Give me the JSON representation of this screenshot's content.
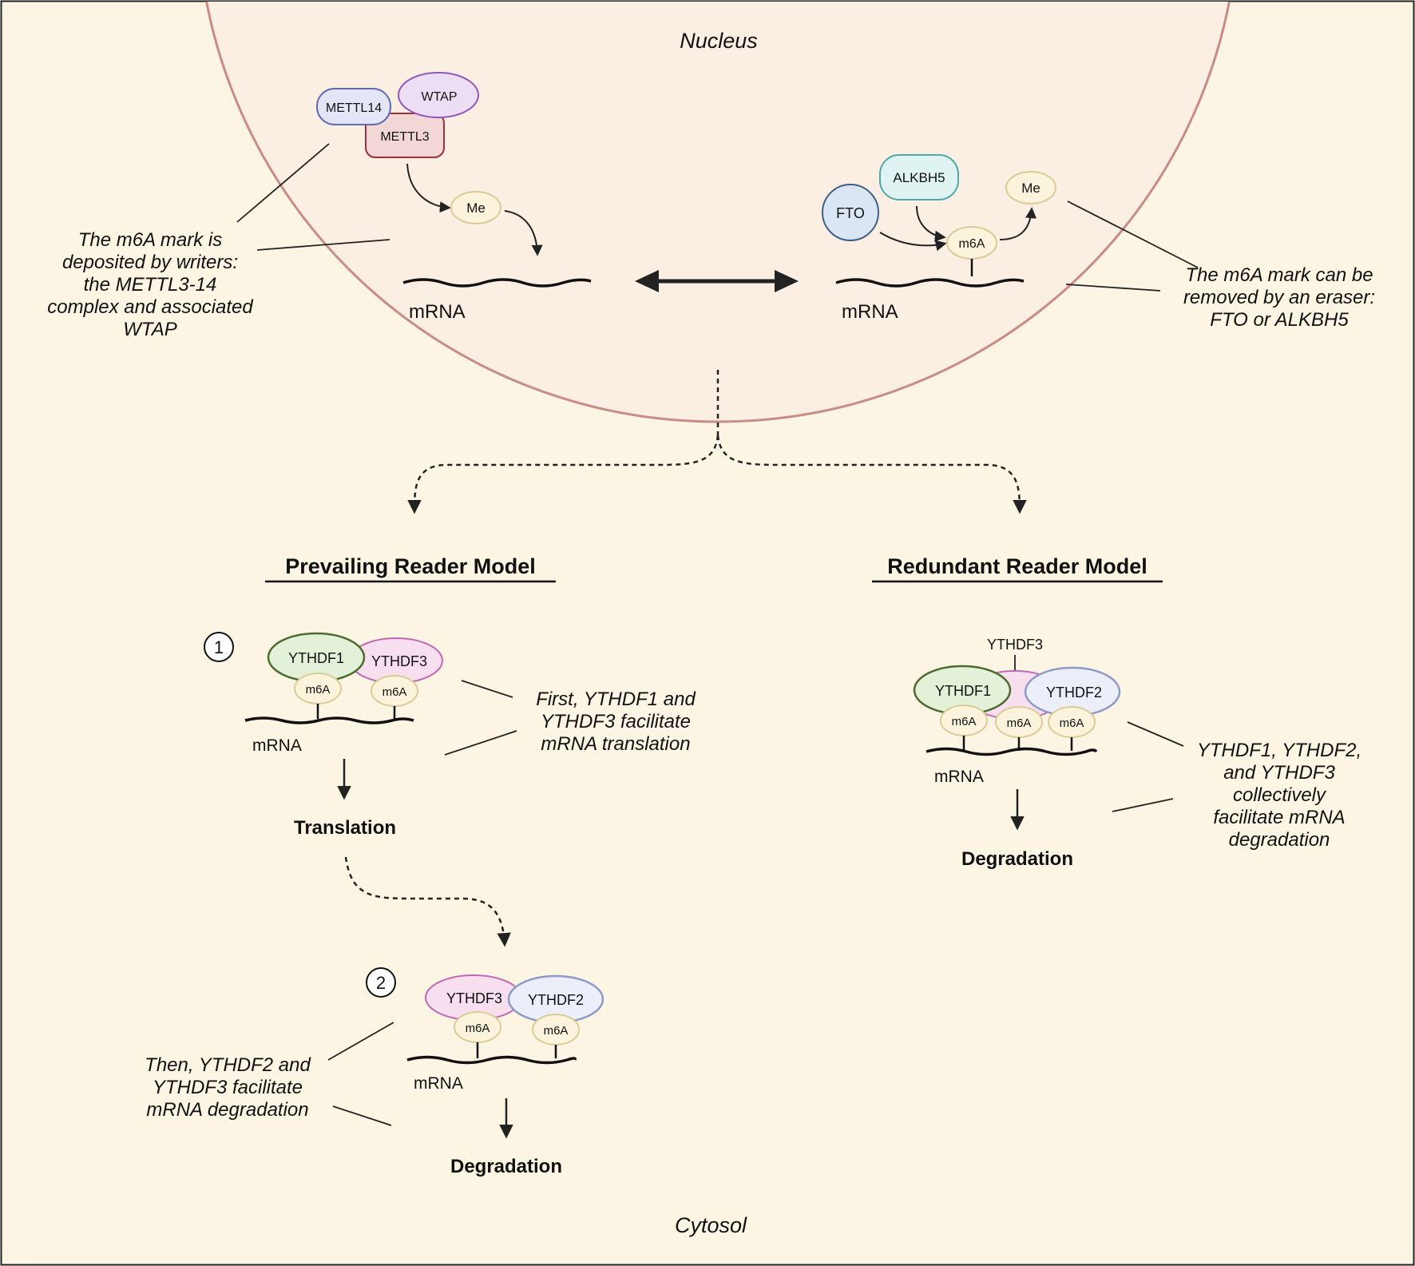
{
  "regions": {
    "nucleus": "Nucleus",
    "cytosol": "Cytosol"
  },
  "writers": {
    "mettl14": "METTL14",
    "wtap": "WTAP",
    "mettl3": "METTL3",
    "me": "Me"
  },
  "erasers": {
    "alkbh5": "ALKBH5",
    "fto": "FTO",
    "m6a": "m6A",
    "me": "Me"
  },
  "mrna_label": "mRNA",
  "writer_note": [
    "The m6A mark is",
    "deposited by writers:",
    "the  METTL3-14",
    "complex and associated",
    "WTAP"
  ],
  "eraser_note": [
    "The m6A mark can be",
    "removed by an eraser:",
    "FTO or ALKBH5"
  ],
  "prevailing": {
    "title": "Prevailing Reader Model",
    "step1": "1",
    "step1_note": [
      "First, YTHDF1 and",
      "YTHDF3 facilitate",
      "mRNA translation"
    ],
    "translation": "Translation",
    "step2": "2",
    "step2_note": [
      "Then, YTHDF2 and",
      "YTHDF3 facilitate",
      "mRNA degradation"
    ],
    "degradation": "Degradation"
  },
  "redundant": {
    "title": "Redundant Reader Model",
    "note": [
      "YTHDF1, YTHDF2,",
      "and YTHDF3",
      "collectively",
      "facilitate mRNA",
      "degradation"
    ],
    "degradation": "Degradation"
  },
  "readers": {
    "ythdf1": "YTHDF1",
    "ythdf2": "YTHDF2",
    "ythdf3": "YTHDF3",
    "m6a": "m6A"
  },
  "colors": {
    "background": "#fcf5e4",
    "nucleus_fill": "#fbeee2",
    "nucleus_stroke": "#c98b86",
    "m6a_stroke": "#d9cc96",
    "ythdf1_fill": "#e3f1d9",
    "ythdf1_stroke": "#4d6b2f",
    "ythdf3_fill": "#f7dff0",
    "ythdf3_stroke": "#c06ab1",
    "ythdf2_fill": "#eceff9",
    "ythdf2_stroke": "#8e9ac7",
    "mettl14_fill": "#e4e6f8",
    "mettl14_stroke": "#5e6bb2",
    "wtap_fill": "#ecdff5",
    "wtap_stroke": "#9057b8",
    "mettl3_fill": "#f3d6d6",
    "mettl3_stroke": "#a2303a",
    "fto_fill": "#dbe6f4",
    "fto_stroke": "#3f5f87",
    "alkbh5_fill": "#dff4f2",
    "alkbh5_stroke": "#4ea9a6"
  }
}
